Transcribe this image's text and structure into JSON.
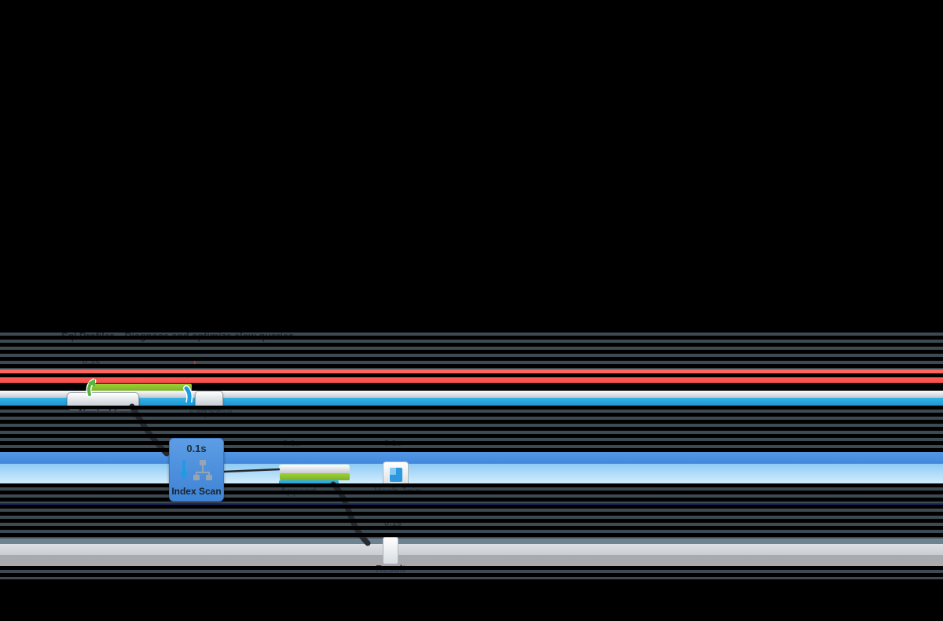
{
  "header": {
    "title": "Sql Profiler – Diagnose and optimize slow queries"
  },
  "nodes": {
    "root": {
      "duration": "0.3s",
      "label": "Nested Loop",
      "marker": "!"
    },
    "seq_scan": {
      "label": "Seq Scan"
    },
    "index_scan": {
      "duration": "0.1s",
      "label": "Index Scan"
    },
    "append": {
      "duration": "0.1s",
      "label": "Append"
    },
    "hash_join": {
      "duration": "0.1s",
      "label": "Hash Join"
    },
    "result": {
      "duration": "0.1s",
      "label": "Result"
    }
  },
  "colors": {
    "page_background": "#000000",
    "canvas": "#3E4A52",
    "duration_bar": "#FA5B55",
    "rows_bar": "#8CC63C",
    "cost_bar": "#29A9E1",
    "selected_node": "#4A90E2",
    "selected_band_light": "#BDE2FA",
    "result_bands": "#A8AAAD"
  }
}
